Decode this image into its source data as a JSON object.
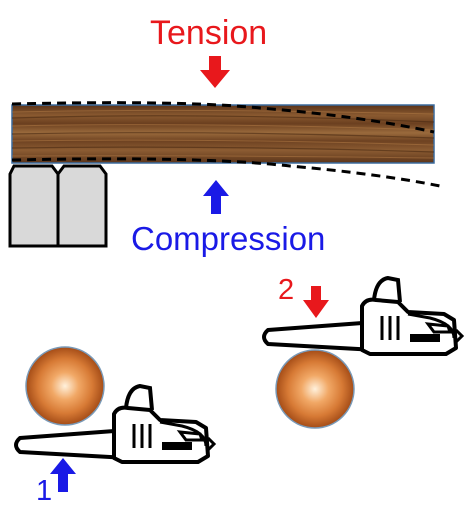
{
  "labels": {
    "tension": "Tension",
    "compression": "Compression",
    "step_two": "2",
    "step_one": "1"
  },
  "colors": {
    "tension": "#e8181c",
    "compression": "#1a1ae6",
    "log_center": "#f3b27a",
    "log_edge": "#b5561f",
    "support": "#d9d9d9",
    "wood": "#7a4a26"
  },
  "icons": {
    "chainsaw": "chainsaw-icon",
    "log_end": "log-cross-section-icon",
    "support": "support-block-icon"
  }
}
